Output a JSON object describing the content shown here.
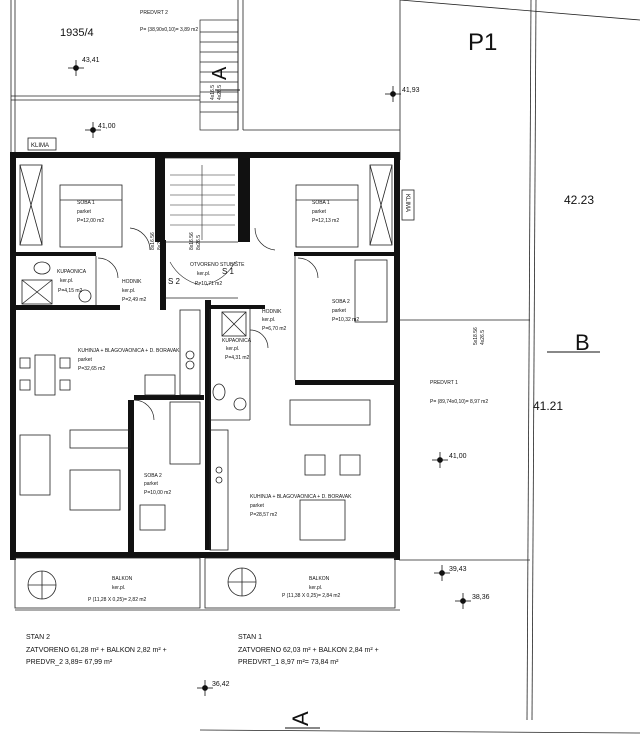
{
  "sheet": {
    "parcel_label": "1935/4",
    "plot_label": "P1",
    "section_a_top": "A",
    "section_a_bottom": "A",
    "section_b": "B"
  },
  "elevations": {
    "e_43_41": "43,41",
    "e_41_00_left": "41,00",
    "e_41_93": "41,93",
    "e_42_23": "42.23",
    "e_41_21": "41.21",
    "e_41_00_right": "41,00",
    "e_39_43": "39,43",
    "e_38_36": "38,36",
    "e_36_42": "36,42"
  },
  "stair_marks": {
    "top_a": "4x16.5",
    "top_b": "4x26.5",
    "core_a": "8x16.56",
    "core_b": "8x26.5",
    "core_c": "8x16.56",
    "core_d": "8x26.5",
    "right_a": "5x18.56",
    "right_b": "4x26.5"
  },
  "predvrt2": {
    "title": "PREDVRT 2",
    "formula": "P= (38,90x0,10)= 3,89 m2"
  },
  "predvrt1": {
    "title": "PREDVRT 1",
    "formula": "P= (89,74x0,10)= 8,97 m2"
  },
  "klima_left": "KLIMA",
  "klima_right": "KLIMA",
  "rooms": {
    "soba1_left": {
      "name": "SOBA 1",
      "floor": "parket",
      "area": "P=12,00 m2"
    },
    "soba1_right": {
      "name": "SOBA 1",
      "floor": "parket",
      "area": "P=12,13 m2"
    },
    "stair": {
      "name": "OTVORENO STUBIŠTE",
      "floor": "ker.pl.",
      "area": "P=10,71 m2"
    },
    "kup_left": {
      "name": "KUPAONICA",
      "floor": "ker.pl.",
      "area": "P=4,15 m2"
    },
    "hod_left": {
      "name": "HODNIK",
      "floor": "ker.pl.",
      "area": "P=2,49 m2"
    },
    "hod_right": {
      "name": "HODNIK",
      "floor": "ker.pl.",
      "area": "P=6,70 m2"
    },
    "soba2_right": {
      "name": "SOBA 2",
      "floor": "parket",
      "area": "P=10,32 m2"
    },
    "kitchen_left": {
      "name": "KUHINJA + BLAGOVAONICA + D. BORAVAK",
      "floor": "parket",
      "area": "P=32,65 m2"
    },
    "kup_right": {
      "name": "KUPAONICA",
      "floor": "ker.pl.",
      "area": "P=4,31 m2"
    },
    "soba2_left": {
      "name": "SOBA 2",
      "floor": "parket",
      "area": "P=10,00 m2"
    },
    "kitchen_right": {
      "name": "KUHINJA + BLAGOVAONICA + D. BORAVAK",
      "floor": "parket",
      "area": "P=28,57 m2"
    },
    "balkon_left": {
      "name": "BALKON",
      "floor": "ker.pl.",
      "area": "P (11,28 X 0,25)= 2,82 m2"
    },
    "balkon_right": {
      "name": "BALKON",
      "floor": "ker.pl.",
      "area": "P (11,38 X 0,25)= 2,84 m2"
    }
  },
  "stair_symbols": {
    "s2": "S 2",
    "s1": "S 1"
  },
  "summary_left": {
    "title": "STAN 2",
    "line1": "ZATVORENO 61,28 m² + BALKON 2,82 m² +",
    "line2": "PREDVR_2  3,89=   67,99 m²"
  },
  "summary_right": {
    "title": "STAN 1",
    "line1": "ZATVORENO 62,03 m² + BALKON 2,84 m² +",
    "line2": "PREDVRT_1  8,97 m²=   73,84 m²"
  }
}
